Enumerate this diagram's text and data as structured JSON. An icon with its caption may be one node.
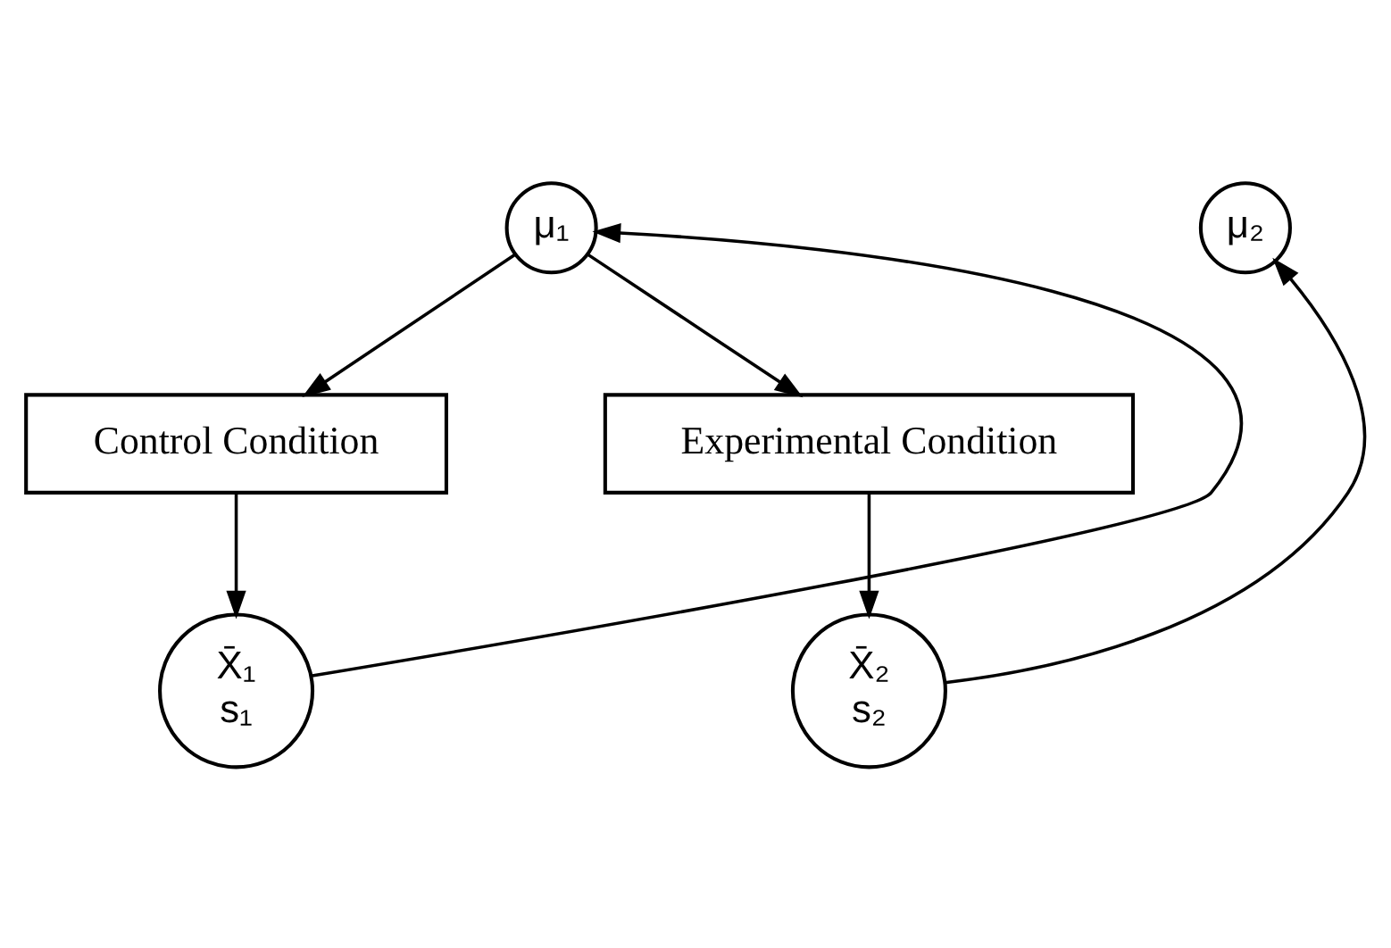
{
  "diagram": {
    "nodes": [
      {
        "text": [
          "μ₁"
        ]
      },
      {
        "text": [
          "μ₂"
        ]
      },
      {
        "text": [
          "Control Condition"
        ]
      },
      {
        "text": [
          "Experimental Condition"
        ]
      },
      {
        "text": [
          "X̄₁",
          "s₁"
        ]
      },
      {
        "text": [
          "X̄₂",
          "s₂"
        ]
      }
    ],
    "edges": [
      {
        "from": 0,
        "to": 2,
        "arrow": "to"
      },
      {
        "from": 0,
        "to": 3,
        "arrow": "to"
      },
      {
        "from": 2,
        "to": 4,
        "arrow": "to"
      },
      {
        "from": 3,
        "to": 5,
        "arrow": "to"
      },
      {
        "from": 4,
        "to": 0,
        "arrow": "to"
      },
      {
        "from": 5,
        "to": 1,
        "arrow": "to"
      }
    ]
  }
}
